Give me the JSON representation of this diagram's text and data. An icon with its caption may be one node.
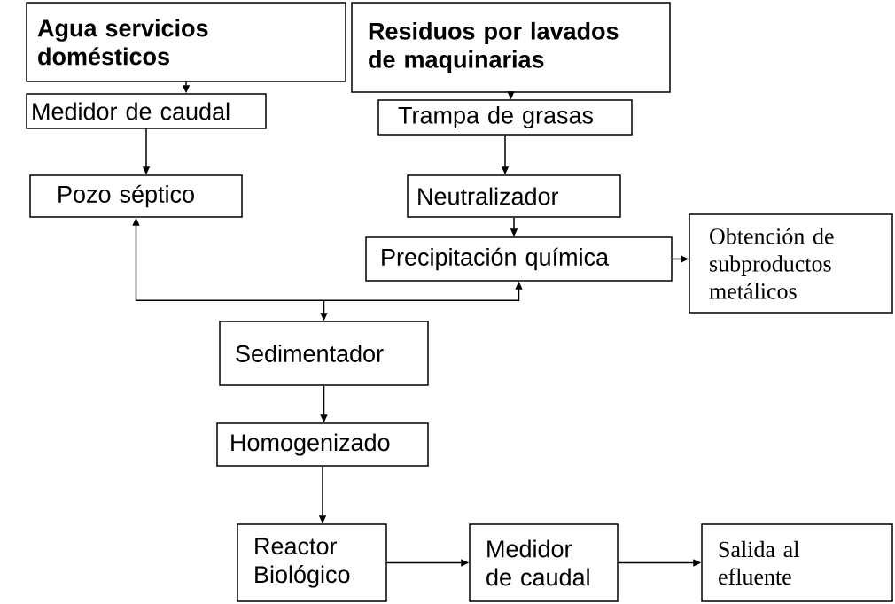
{
  "diagram": {
    "nodes": [
      {
        "text": [
          "Agua servicios domésticos"
        ]
      },
      {
        "text": [
          "Residuos por lavados de maquinarias"
        ]
      },
      {
        "text": [
          "Medidor de caudal"
        ]
      },
      {
        "text": [
          "Pozo séptico"
        ]
      },
      {
        "text": [
          "Trampa de grasas"
        ]
      },
      {
        "text": [
          "Neutralizador"
        ]
      },
      {
        "text": [
          "Precipitación química"
        ]
      },
      {
        "text": [
          "Obtención de subproductos metálicos"
        ]
      },
      {
        "text": [
          "Sedimentador"
        ]
      },
      {
        "text": [
          "Homogenizado"
        ]
      },
      {
        "text": [
          "Reactor Biológico"
        ]
      },
      {
        "text": [
          "Medidor de caudal"
        ]
      },
      {
        "text": [
          "Salida al efluente"
        ]
      }
    ],
    "edges": [
      {
        "from": 0,
        "to": 2,
        "arrow": "to"
      },
      {
        "from": 2,
        "to": 3,
        "arrow": "to"
      },
      {
        "from": 1,
        "to": 4,
        "arrow": "to"
      },
      {
        "from": 4,
        "to": 5,
        "arrow": "to"
      },
      {
        "from": 5,
        "to": 6,
        "arrow": "to"
      },
      {
        "from": 6,
        "to": 7,
        "arrow": "to"
      },
      {
        "from": 3,
        "to": 8,
        "arrow": "both"
      },
      {
        "from": 6,
        "to": 8,
        "arrow": "both"
      },
      {
        "from": 8,
        "to": 9,
        "arrow": "to"
      },
      {
        "from": 9,
        "to": 10,
        "arrow": "to"
      },
      {
        "from": 10,
        "to": 11,
        "arrow": "to"
      },
      {
        "from": 11,
        "to": 12,
        "arrow": "to"
      }
    ]
  }
}
